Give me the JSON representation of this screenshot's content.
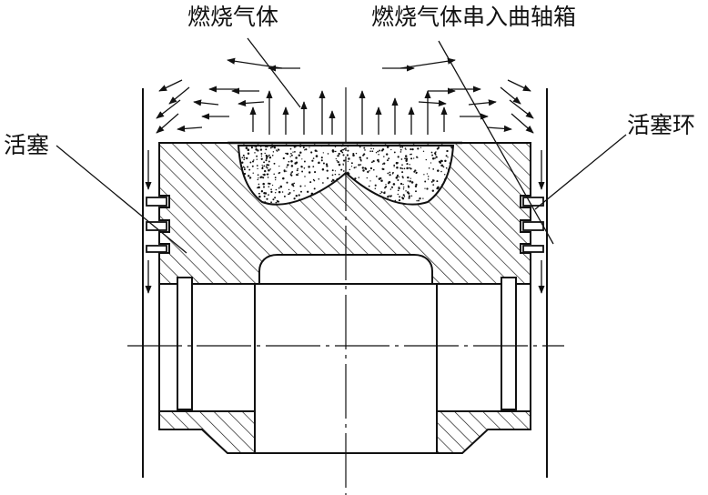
{
  "labels": {
    "combustion_gas": "燃烧气体",
    "blowby_gas": "燃烧气体串入曲轴箱",
    "piston": "活塞",
    "piston_ring": "活塞环"
  },
  "colors": {
    "stroke": "#111111",
    "background": "#ffffff"
  }
}
